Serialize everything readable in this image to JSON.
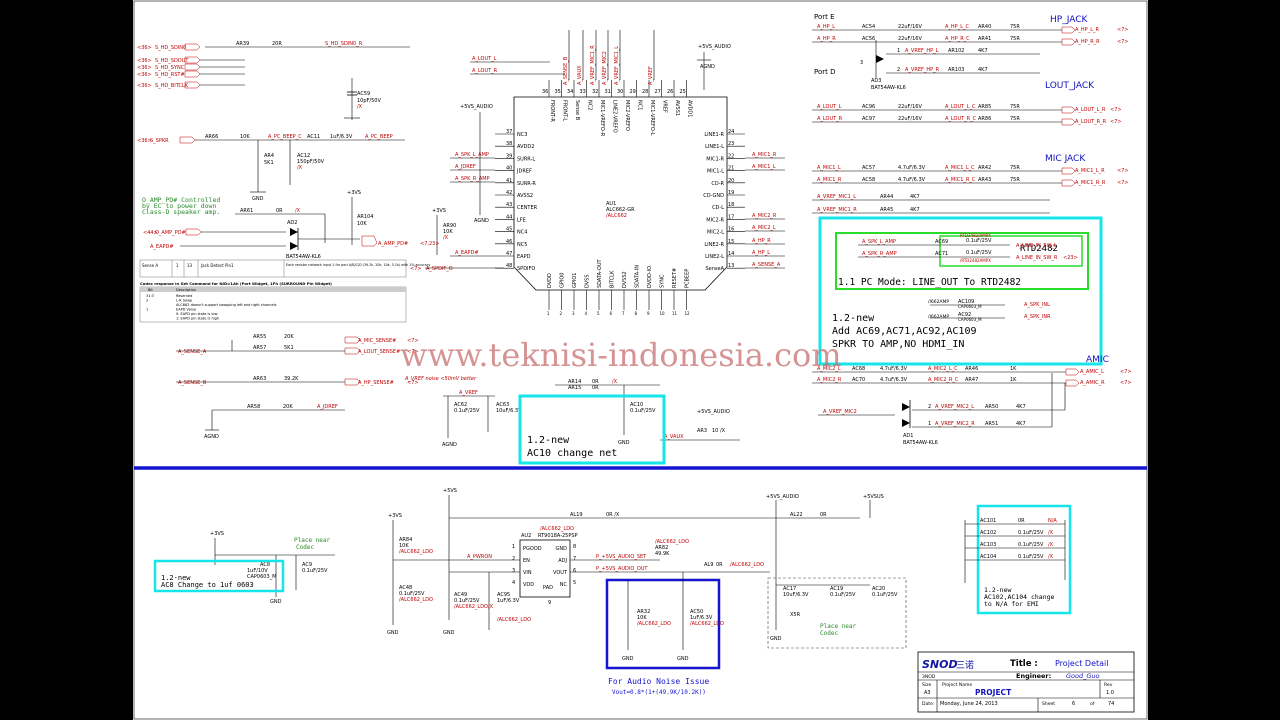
{
  "watermark": "www.teknisi-indonesia.com",
  "top_left": {
    "hd_nets": [
      "S_HD_SDIN0",
      "S_HD_SDOUT",
      "S_HD_SYNC",
      "S_HD_RST#",
      "S_HD_BITCLK"
    ],
    "hd_tags": [
      "<36>",
      "<36>",
      "<36>",
      "<36>",
      "<36>"
    ],
    "ar39": "AR39",
    "r20": "20R",
    "sdin_r": "S_HD_SDIN0_R",
    "ac59": "AC59",
    "ac59_v": "10pF/50V",
    "ac59_x": "/X",
    "spkr": "S_SPKR",
    "spkr_tag": "<36>",
    "ar66": "AR66",
    "r10k": "10K",
    "pc_beep_c": "A_PC_BEEP_C",
    "ac11": "AC11",
    "ac11_v": "1uF/6.3V",
    "pc_beep": "A_PC_BEEP",
    "ar4": "AR4",
    "ar4_v": "5K1",
    "ac12": "AC12",
    "ac12_v": "150pF/50V",
    "ac12_x": "/X",
    "gnd": "GND",
    "note_en": "O_AMP_PD# Controlled by EC to power down Class-D speaker amp.",
    "ar61": "AR61",
    "r0": "0R",
    "r0x": "/X",
    "ar104": "AR104",
    "ar104_v": "10K",
    "ampd_in": "O_AMP_PD#",
    "ampd_tag": "<44>",
    "aeapd": "A_EAPD#",
    "ad2": "AD2",
    "ad2_part": "BAT54AW-KL6",
    "amp_pd": "A_AMP_PD#",
    "amp_pd_tag": "<7,23>",
    "p3vs": "+3VS"
  },
  "left_table": {
    "row1": [
      "Sense A",
      "1",
      "13",
      "Jack Detect Pin1",
      "Each resistor network input 1 for port A/B/C/D (39.2k, 20k, 10k, 5.1k) with 1% accuracy"
    ],
    "title": "Codec response in Get Command for NID=1Ah (Port Widget, 1Fh (SURROUND Pin Widget)",
    "head": [
      "Bit",
      "Description"
    ],
    "rows": [
      [
        "31:3",
        "Reserved"
      ],
      [
        "2",
        "L-R Swap"
      ],
      [
        "",
        "ALC662 doesn't support swapping left and right channels"
      ],
      [
        "1",
        "EAPD Value"
      ],
      [
        "",
        "0: EAPD pin state is low"
      ],
      [
        "",
        "1: EAPD pin state is high"
      ]
    ]
  },
  "codec": {
    "ref": "AU1",
    "part": "ALC662-GR",
    "part2": "/ALC662",
    "left_pins": [
      [
        "37",
        "NC3"
      ],
      [
        "38",
        "AVDD2"
      ],
      [
        "39",
        "SURR-L"
      ],
      [
        "40",
        "JDREF"
      ],
      [
        "41",
        "SURR-R"
      ],
      [
        "42",
        "AVSS2"
      ],
      [
        "43",
        "CENTER"
      ],
      [
        "44",
        "LFE"
      ],
      [
        "45",
        "NC4"
      ],
      [
        "46",
        "NC5"
      ],
      [
        "47",
        "EAPD"
      ],
      [
        "48",
        "SPDIFO"
      ]
    ],
    "right_pins": [
      [
        "24",
        "LINE1-R"
      ],
      [
        "23",
        "LINE1-L"
      ],
      [
        "22",
        "MIC1-R"
      ],
      [
        "21",
        "MIC1-L"
      ],
      [
        "20",
        "CD-R"
      ],
      [
        "19",
        "CD-GND"
      ],
      [
        "18",
        "CD-L"
      ],
      [
        "17",
        "MIC2-R"
      ],
      [
        "16",
        "MIC2-L"
      ],
      [
        "15",
        "LINE2-R"
      ],
      [
        "14",
        "LINE2-L"
      ],
      [
        "13",
        "SenseA"
      ]
    ],
    "top_pins": [
      [
        "36",
        "FRONT-R"
      ],
      [
        "35",
        "FRONT-L"
      ],
      [
        "34",
        "Sense B"
      ],
      [
        "33",
        "NC2"
      ],
      [
        "32",
        "MIC1-VREFO-R"
      ],
      [
        "31",
        "LINE2-VREFO"
      ],
      [
        "30",
        "MIC2-VREFO"
      ],
      [
        "29",
        "NC1"
      ],
      [
        "28",
        "MIC1-VREFO-L"
      ],
      [
        "27",
        "VREF"
      ],
      [
        "26",
        "AVSS1"
      ],
      [
        "25",
        "AVDD1"
      ]
    ],
    "bottom_pins": [
      [
        "1",
        "DVDD"
      ],
      [
        "2",
        "GPIO0"
      ],
      [
        "3",
        "GPIO1"
      ],
      [
        "4",
        "DVSS"
      ],
      [
        "5",
        "SDATA-OUT"
      ],
      [
        "6",
        "BITCLK"
      ],
      [
        "7",
        "DVSS2"
      ],
      [
        "8",
        "SDATA-IN"
      ],
      [
        "9",
        "DVDD-IO"
      ],
      [
        "10",
        "SYNC"
      ],
      [
        "11",
        "RESET#"
      ],
      [
        "12",
        "PCBEEP"
      ]
    ],
    "top_nets": [
      "A_SENSE_B",
      "A_VAUX",
      "A_VREF_MIC1_R",
      "A_VREF_MIC2",
      "A_VREF_MIC1_L",
      "A_VREF"
    ],
    "left_nets": [
      "A_SPK_L_AMP",
      "A_JDREF",
      "A_SPK_R_AMP",
      "A_EAPD#",
      "A_SPDIF_O"
    ],
    "lout": [
      "A_LOUT_L",
      "A_LOUT_R"
    ],
    "p5v": "+5VS_AUDIO",
    "agnd": "AGND",
    "right_nets": [
      "A_MIC1_R",
      "A_MIC1_L",
      "A_MIC2_R",
      "A_MIC2_L",
      "A_HP_R",
      "A_HP_L",
      "A_SENSE_A"
    ],
    "ar90": "AR90",
    "ar90_v": "10K",
    "ar90_x": "/X",
    "spdif_tag": "<7>"
  },
  "sense": {
    "rows": [
      [
        "AR55",
        "20K",
        "A_MIC_SENSE#",
        "<7>"
      ],
      [
        "AR57",
        "5K1",
        "A_LOUT_SENSE#",
        "<7>"
      ],
      [
        "AR63",
        "39.2K",
        "A_HP_SENSE#",
        "<7>"
      ]
    ],
    "sense_a": "A_SENSE_A",
    "sense_b": "A_SENSE_B",
    "ar58": "AR58",
    "ar58_v": "20K",
    "jdref": "A_JDREF",
    "note": "A_VREF noise <50mV better"
  },
  "vref": {
    "net": "A_VREF",
    "ac62": "AC62",
    "ac62_v": "0.1uF/25V",
    "ac63": "AC63",
    "ac63_v": "10uF/6.3V",
    "ar14": "AR14",
    "ar15": "AR15",
    "ar_v": "0R",
    "ar_x": "/X",
    "ac10": "AC10",
    "ac10_v": "0.1uF/25V",
    "vaux": "A_VAUX",
    "ar3": "AR3",
    "ar3_v": "10 /X",
    "p5v": "+5VS_AUDIO"
  },
  "note_ac10": {
    "title": "1.2-new",
    "text": "AC10 change net"
  },
  "hp_jack": {
    "title": "HP_JACK",
    "port_e": "Port E",
    "port_d": "Port D",
    "rows": [
      [
        "A_HP_L",
        "AC54",
        "22uF/16V",
        "A_HP_L_C",
        "AR40",
        "75R",
        "A_HP_L_R"
      ],
      [
        "A_HP_R",
        "AC56",
        "22uF/16V",
        "A_HP_R_C",
        "AR41",
        "75R",
        "A_HP_R_R"
      ]
    ],
    "vref_rows": [
      [
        "1",
        "A_VREF_HP_L",
        "AR102",
        "4K7"
      ],
      [
        "2",
        "A_VREF_HP_R",
        "AR103",
        "4K7"
      ]
    ],
    "ad3": "AD3",
    "ad3_part": "BAT54AW-KL6",
    "tag": "<7>",
    "tag3": "3"
  },
  "lout_jack": {
    "title": "LOUT_JACK",
    "rows": [
      [
        "A_LOUT_L",
        "AC96",
        "22uF/16V",
        "A_LOUT_L_C",
        "AR85",
        "75R",
        "A_LOUT_L_R"
      ],
      [
        "A_LOUT_R",
        "AC97",
        "22uF/16V",
        "A_LOUT_R_C",
        "AR86",
        "75R",
        "A_LOUT_R_R"
      ]
    ],
    "tag": "<7>"
  },
  "mic_jack": {
    "title": "MIC JACK",
    "rows": [
      [
        "A_MIC1_L",
        "AC57",
        "4.7uF/6.3V",
        "A_MIC1_L_C",
        "AR42",
        "75R",
        "A_MIC1_L_R"
      ],
      [
        "A_MIC1_R",
        "AC58",
        "4.7uF/6.3V",
        "A_MIC1_R_C",
        "AR43",
        "75R",
        "A_MIC1_R_R"
      ]
    ],
    "vref_rows": [
      [
        "A_VREF_MIC1_L",
        "AR44",
        "4K7"
      ],
      [
        "A_VREF_MIC1_R",
        "AR45",
        "4K7"
      ]
    ],
    "tag": "<7>"
  },
  "rtd_box": {
    "rtd": "RTD2482",
    "spk": [
      "A_SPK_L_AMP",
      "A_SPK_R_AMP"
    ],
    "ac69": "AC69",
    "ac71": "AC71",
    "cap_v": "0.1uF/25V",
    "line_in": [
      "A_LINE_IN_SW_L",
      "A_LINE_IN_SW_R"
    ],
    "line_tag": "<23>",
    "rtd_amp": "/RTD2482AMPX",
    "rtd_amp2": "RTD2482/AMPX",
    "i662": [
      "/I662AMP",
      "/I662AMP"
    ],
    "ac109": "AC109",
    "ac92": "AC92",
    "cap2": "CAP0603_M",
    "spk_in": [
      "A_SPK_INL",
      "A_SPK_INR"
    ],
    "mode": "1.1 PC Mode: LINE_OUT To RTD2482",
    "new_title": "1.2-new",
    "new_line1": "Add AC69,AC71,AC92,AC109",
    "new_line2": "SPKR TO AMP,NO HDMI_IN"
  },
  "amic": {
    "title": "AMIC",
    "rows": [
      [
        "A_MIC2_L",
        "AC68",
        "4.7uF/6.3V",
        "A_MIC2_L_C",
        "AR46",
        "1K",
        "A_AMIC_L"
      ],
      [
        "A_MIC2_R",
        "AC70",
        "4.7uF/6.3V",
        "A_MIC2_R_C",
        "AR47",
        "1K",
        "A_AMIC_R"
      ]
    ],
    "vref": "A_VREF_MIC2",
    "vref_rows": [
      [
        "2",
        "A_VREF_MIC2_L",
        "AR50",
        "4K7"
      ],
      [
        "1",
        "A_VREF_MIC2_R",
        "AR51",
        "4K7"
      ]
    ],
    "ad1": "AD1",
    "ad1_part": "BAT54AW-KL6",
    "tag": "<7>"
  },
  "bottom": {
    "p3vs": "+3VS",
    "p5vs": "+5VS",
    "ac8": "AC8",
    "ac8_v": "1uF/10V",
    "ac8_p": "CAP0603_M",
    "ac9": "AC9",
    "ac9_v": "0.1uF/25V",
    "place": "Place near Codec",
    "note_ac8": [
      "1.2-new",
      "AC8 Change to 1uf 0603"
    ],
    "ar84": "AR84",
    "ar84_v": "10K",
    "alc": "/ALC662_LDO",
    "pwron": "A_PWRON",
    "ac48": "AC48",
    "ac49": "AC49",
    "ac95": "AC95",
    "v01": "0.1uF/25V",
    "ac95_v": "1uF/6.3V",
    "alc_x": "/ALC662_LDO/X",
    "al19": "AL19",
    "al19_v": "0R /X",
    "au2": "AU2",
    "au2_part": "RT9018A-25PSP",
    "au2_pins_l": [
      [
        "1",
        "PGOOD"
      ],
      [
        "2",
        "EN"
      ],
      [
        "3",
        "VIN"
      ],
      [
        "4",
        "VDD"
      ]
    ],
    "au2_pins_r": [
      [
        "8",
        "GND"
      ],
      [
        "7",
        "ADJ"
      ],
      [
        "6",
        "VOUT"
      ],
      [
        "5",
        "NC"
      ]
    ],
    "au2_pad": "PAD",
    "au2_pad_n": "9",
    "ar82": "AR82",
    "ar82_v": "49.9K",
    "ar32": "AR32",
    "ar32_v": "10K",
    "ac50": "AC50",
    "ac50_v": "1uF/6.3V",
    "set": "P_+5VS_AUDIO_SET",
    "out": "P_+5VS_AUDIO_OUT",
    "al9": "AL9",
    "al9_v": "0R",
    "p5va": "+5VS_AUDIO",
    "p5vsus": "+5VSUS",
    "al22": "AL22",
    "al22_v": "0R",
    "ac17": "AC17",
    "ac17_v": "10uF/6.3V",
    "ac19": "AC19",
    "ac20": "AC20",
    "x5r": "X5R",
    "noise": "For Audio Noise Issue",
    "vout": "Vout=0.8*(1+(49.9K/10.2K))",
    "caps": [
      [
        "AC101",
        "0R",
        "N/A"
      ],
      [
        "AC102",
        "0.1uF/25V",
        "/X"
      ],
      [
        "AC103",
        "0.1uF/25V",
        "/X"
      ],
      [
        "AC104",
        "0.1uF/25V",
        "/X"
      ]
    ],
    "note_ac102": [
      "1.2-new",
      "AC102,AC104 change",
      "to N/A for EMI"
    ]
  },
  "title_block": {
    "logo": "SNOD",
    "logo_cn": "三诺",
    "title_lbl": "Title :",
    "title": "Project Detail",
    "eng_lbl": "Engineer:",
    "eng": "Good_Guo",
    "brand": "3NOD",
    "size_lbl": "Size",
    "size": "A3",
    "proj_lbl": "Project Name",
    "proj": "PROJECT",
    "rev_lbl": "Rev",
    "rev": "1.0",
    "date_lbl": "Date:",
    "date": "Monday, June 24, 2013",
    "sheet_lbl": "Sheet",
    "sheet": "6",
    "of": "of",
    "total": "74"
  }
}
